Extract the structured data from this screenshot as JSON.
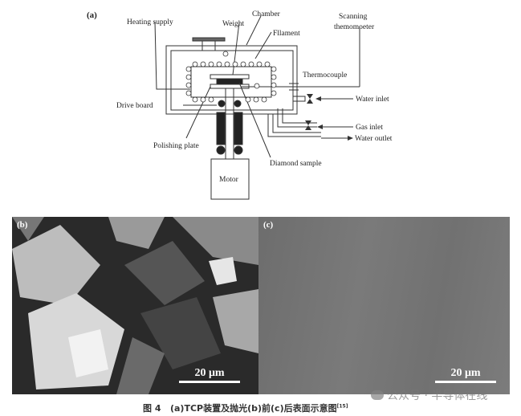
{
  "diagram": {
    "panel_label": "(a)",
    "labels": {
      "heating_supply": "Heating supply",
      "chamber": "Chamber",
      "weight": "Weight",
      "filament": "Fllament",
      "scanning1": "Scanning",
      "scanning2": "themomoeter",
      "thermocouple": "Thermocouple",
      "water_inlet": "Water inlet",
      "gas_inlet": "Gas inlet",
      "water_outlet": "Water outlet",
      "drive_board": "Drive board",
      "polishing_plate": "Polishing plate",
      "diamond_sample": "Diamond sample",
      "motor": "Motor"
    }
  },
  "photos": {
    "b": {
      "label": "(b)",
      "scale": "20 μm"
    },
    "c": {
      "label": "(c)",
      "scale": "20 μm"
    }
  },
  "caption": {
    "number": "图 4",
    "text": "(a)TCP装置及抛光(b)前(c)后表面示意图",
    "ref": "[15]"
  },
  "watermark": "公众号 · 半导体在线"
}
